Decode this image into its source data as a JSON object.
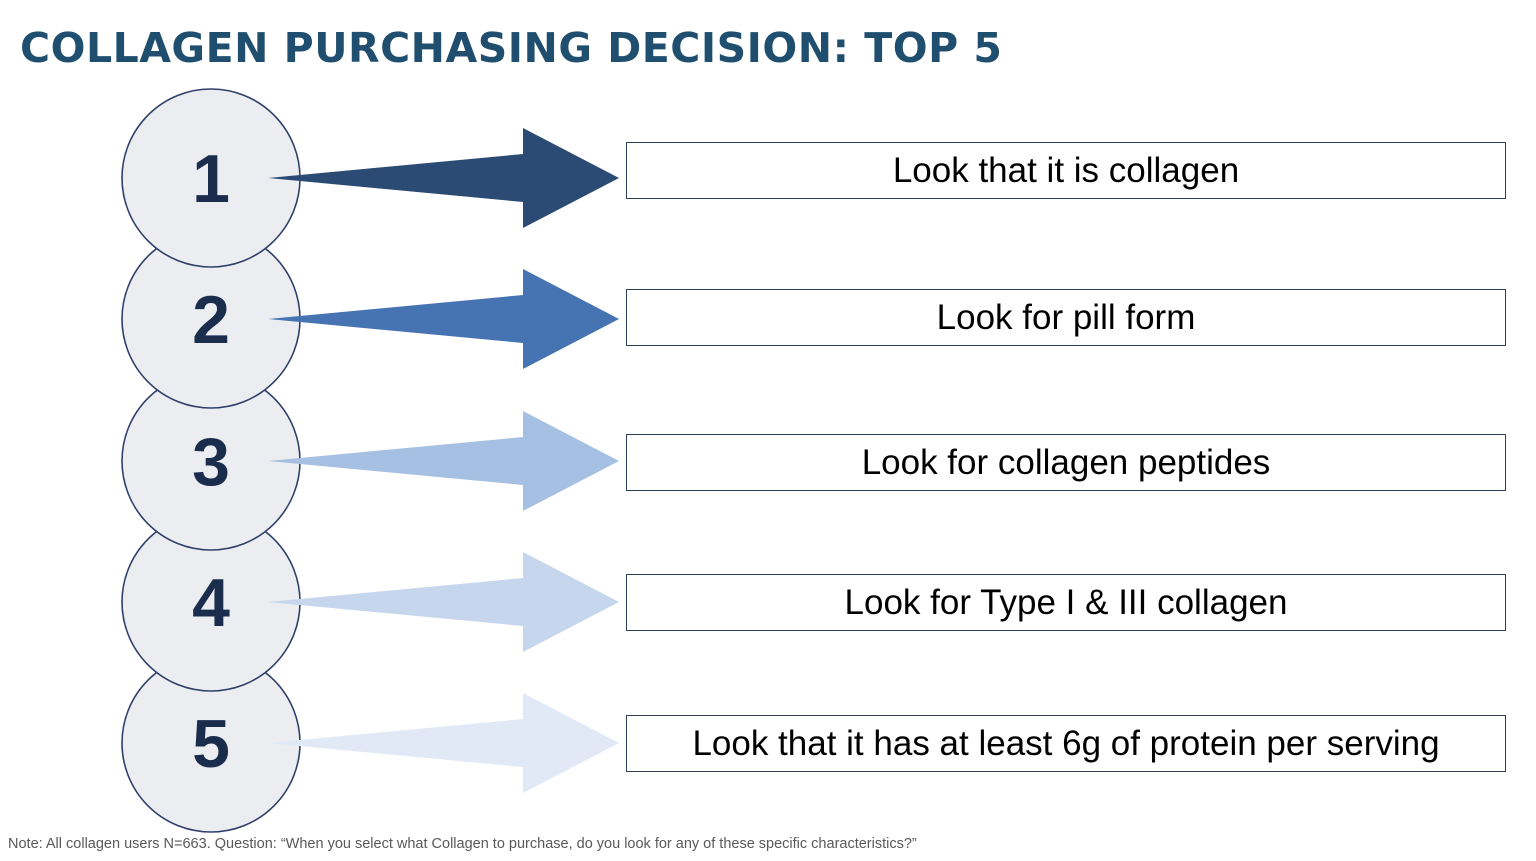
{
  "title": "COLLAGEN PURCHASING DECISION: TOP 5",
  "items": [
    {
      "rank": "1",
      "label": "Look that it is collagen",
      "arrow_color": "#2c4b74"
    },
    {
      "rank": "2",
      "label": "Look for pill form",
      "arrow_color": "#4674b3"
    },
    {
      "rank": "3",
      "label": "Look for collagen peptides",
      "arrow_color": "#a5c0e3"
    },
    {
      "rank": "4",
      "label": "Look for Type I & III collagen",
      "arrow_color": "#c5d6ed"
    },
    {
      "rank": "5",
      "label": "Look that it has at least 6g of protein per serving",
      "arrow_color": "#e0e9f5"
    }
  ],
  "note": "Note: All collagen users N=663. Question: “When you select what Collagen to purchase, do you look for any of these specific characteristics?”",
  "colors": {
    "title": "#1f4e6e",
    "circle_fill": "#ecedf0",
    "circle_stroke": "#2e3f6a",
    "number": "#1a2d4d"
  }
}
